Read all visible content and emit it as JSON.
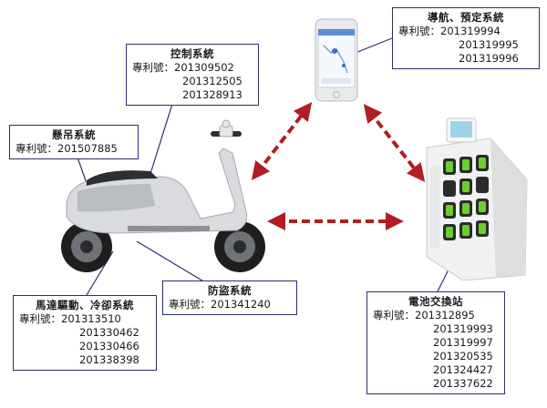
{
  "colors": {
    "box_border": "#2a2f6b",
    "leader": "#2a2f6b",
    "arrow": "#b01e23",
    "battery_green": "#6ad12a"
  },
  "boxes": {
    "nav": {
      "title": "導航、預定系統",
      "label": "專利號：",
      "numbers": [
        "201319994",
        "201319995",
        "201319996"
      ]
    },
    "control": {
      "title": "控制系統",
      "label": "專利號：",
      "numbers": [
        "201309502",
        "201312505",
        "201328913"
      ]
    },
    "suspension": {
      "title": "懸吊系統",
      "label": "專利號：",
      "numbers": [
        "201507885"
      ]
    },
    "antitheft": {
      "title": "防盜系統",
      "label": "專利號：",
      "numbers": [
        "201341240"
      ]
    },
    "motor": {
      "title": "馬達驅動、冷卻系統",
      "label": "專利號：",
      "numbers": [
        "201313510",
        "201330462",
        "201330466",
        "201338398"
      ]
    },
    "station": {
      "title": "電池交換站",
      "label": "專利號：",
      "numbers": [
        "201312895",
        "201319993",
        "201319997",
        "201320535",
        "201324427",
        "201337622"
      ]
    }
  },
  "icons": [
    "scooter-illustration",
    "smartphone-illustration",
    "battery-station-illustration",
    "double-arrow-icon"
  ]
}
